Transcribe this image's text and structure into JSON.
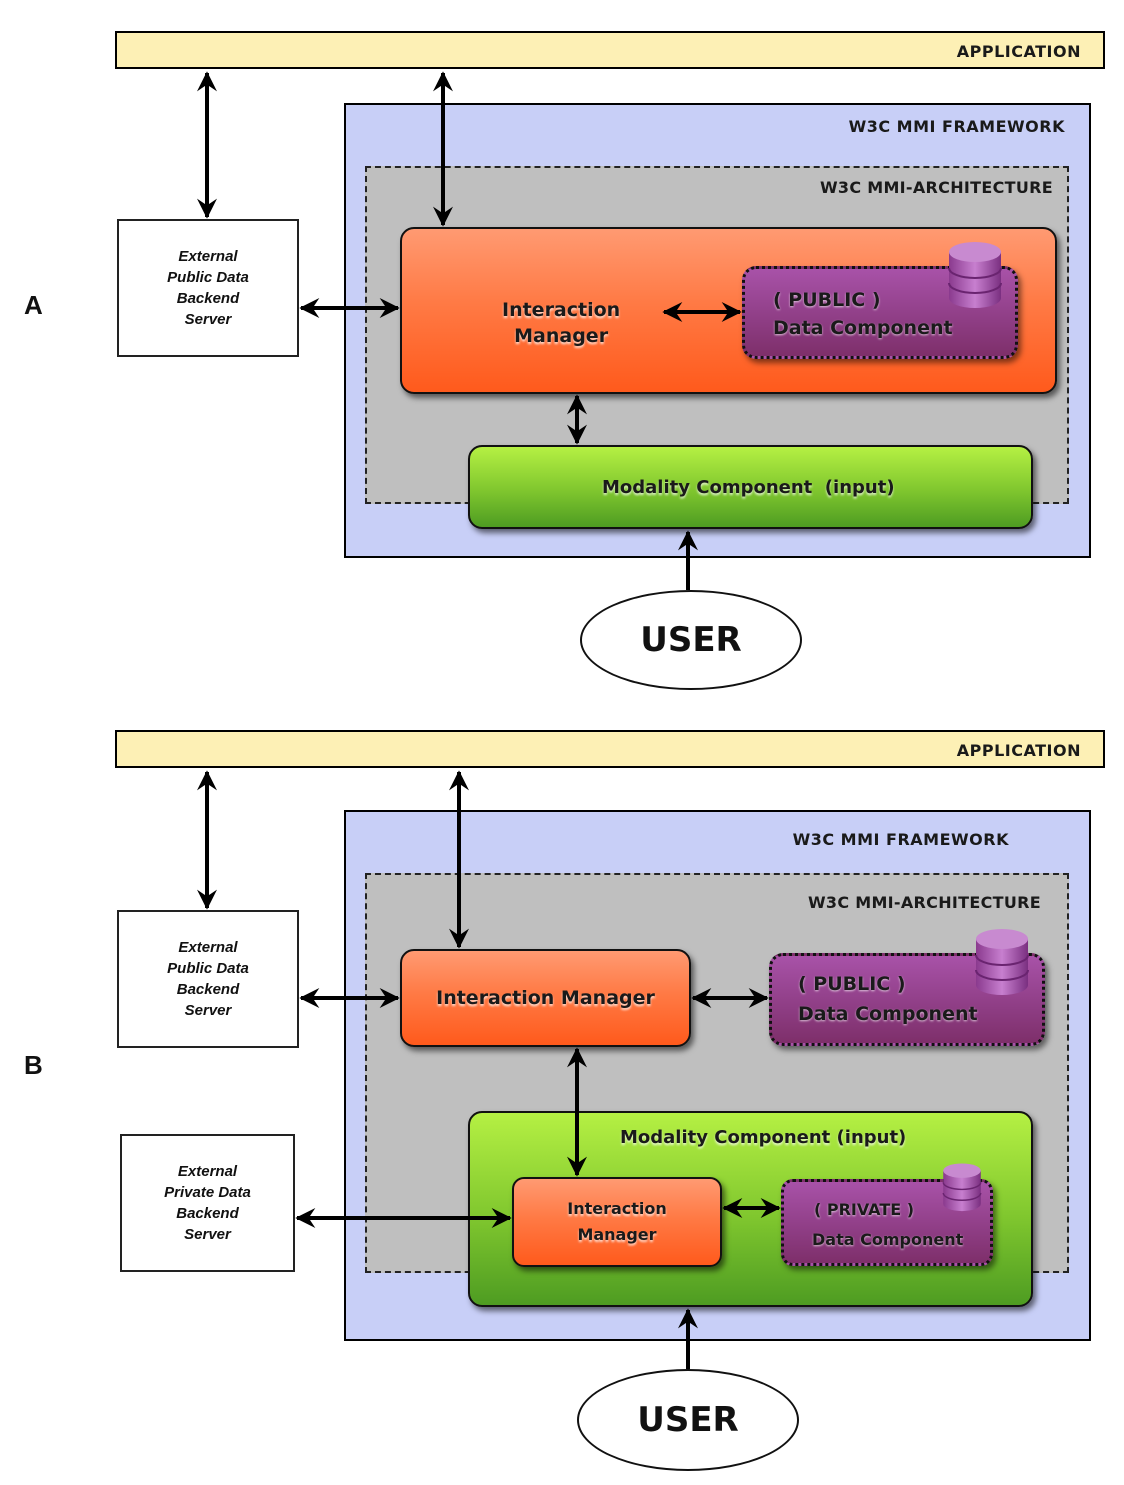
{
  "diagrams": [
    {
      "letter": "A",
      "application": "APPLICATION",
      "framework": "W3C MMI FRAMEWORK",
      "architecture": "W3C MMI-ARCHITECTURE",
      "external_public": "External\nPublic Data\nBackend\nServer",
      "interaction_manager": "Interaction\nManager",
      "data_component": {
        "scope": "( PUBLIC )",
        "label": "Data Component",
        "icon": "database-icon"
      },
      "modality_component": "Modality Component  (input)",
      "user": "USER"
    },
    {
      "letter": "B",
      "application": "APPLICATION",
      "framework": "W3C MMI FRAMEWORK",
      "architecture": "W3C MMI-ARCHITECTURE",
      "external_public": "External\nPublic Data\nBackend\nServer",
      "external_private": "External\nPrivate Data\nBackend\nServer",
      "interaction_manager": "Interaction Manager",
      "data_component": {
        "scope": "( PUBLIC )",
        "label": "Data Component",
        "icon": "database-icon"
      },
      "modality_component": "Modality Component (input)",
      "inner_interaction_manager": "Interaction\nManager",
      "private_data_component": {
        "scope": "( PRIVATE )",
        "label": "Data Component",
        "icon": "database-icon"
      },
      "user": "USER"
    }
  ],
  "colors": {
    "application": "#fdf0b5",
    "framework": "#c8cff7",
    "architecture": "#bfbfbf",
    "interaction_manager": "#ff6a30",
    "data_component": "#94408a",
    "modality_component": "#7fc62e"
  }
}
